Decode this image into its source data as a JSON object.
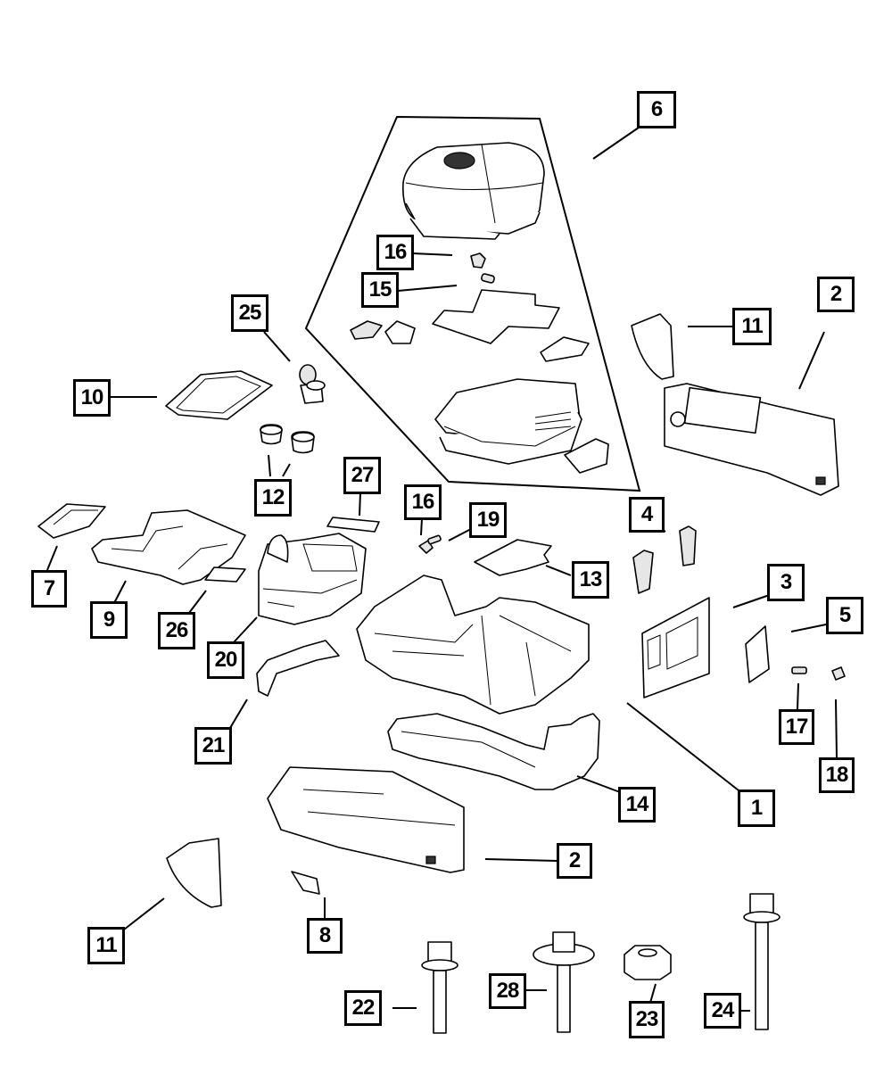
{
  "diagram": {
    "type": "exploded-parts-diagram",
    "subject": "center console assembly",
    "callouts": [
      {
        "id": "c1",
        "label": "1"
      },
      {
        "id": "c2a",
        "label": "2"
      },
      {
        "id": "c2b",
        "label": "2"
      },
      {
        "id": "c3",
        "label": "3"
      },
      {
        "id": "c4",
        "label": "4"
      },
      {
        "id": "c5",
        "label": "5"
      },
      {
        "id": "c6",
        "label": "6"
      },
      {
        "id": "c7",
        "label": "7"
      },
      {
        "id": "c8",
        "label": "8"
      },
      {
        "id": "c9",
        "label": "9"
      },
      {
        "id": "c10",
        "label": "10"
      },
      {
        "id": "c11a",
        "label": "11"
      },
      {
        "id": "c11b",
        "label": "11"
      },
      {
        "id": "c12",
        "label": "12"
      },
      {
        "id": "c13",
        "label": "13"
      },
      {
        "id": "c14",
        "label": "14"
      },
      {
        "id": "c15",
        "label": "15"
      },
      {
        "id": "c16a",
        "label": "16"
      },
      {
        "id": "c16b",
        "label": "16"
      },
      {
        "id": "c17",
        "label": "17"
      },
      {
        "id": "c18",
        "label": "18"
      },
      {
        "id": "c19",
        "label": "19"
      },
      {
        "id": "c20",
        "label": "20"
      },
      {
        "id": "c21",
        "label": "21"
      },
      {
        "id": "c22",
        "label": "22"
      },
      {
        "id": "c23",
        "label": "23"
      },
      {
        "id": "c24",
        "label": "24"
      },
      {
        "id": "c25",
        "label": "25"
      },
      {
        "id": "c26",
        "label": "26"
      },
      {
        "id": "c27",
        "label": "27"
      },
      {
        "id": "c28",
        "label": "28"
      }
    ]
  }
}
